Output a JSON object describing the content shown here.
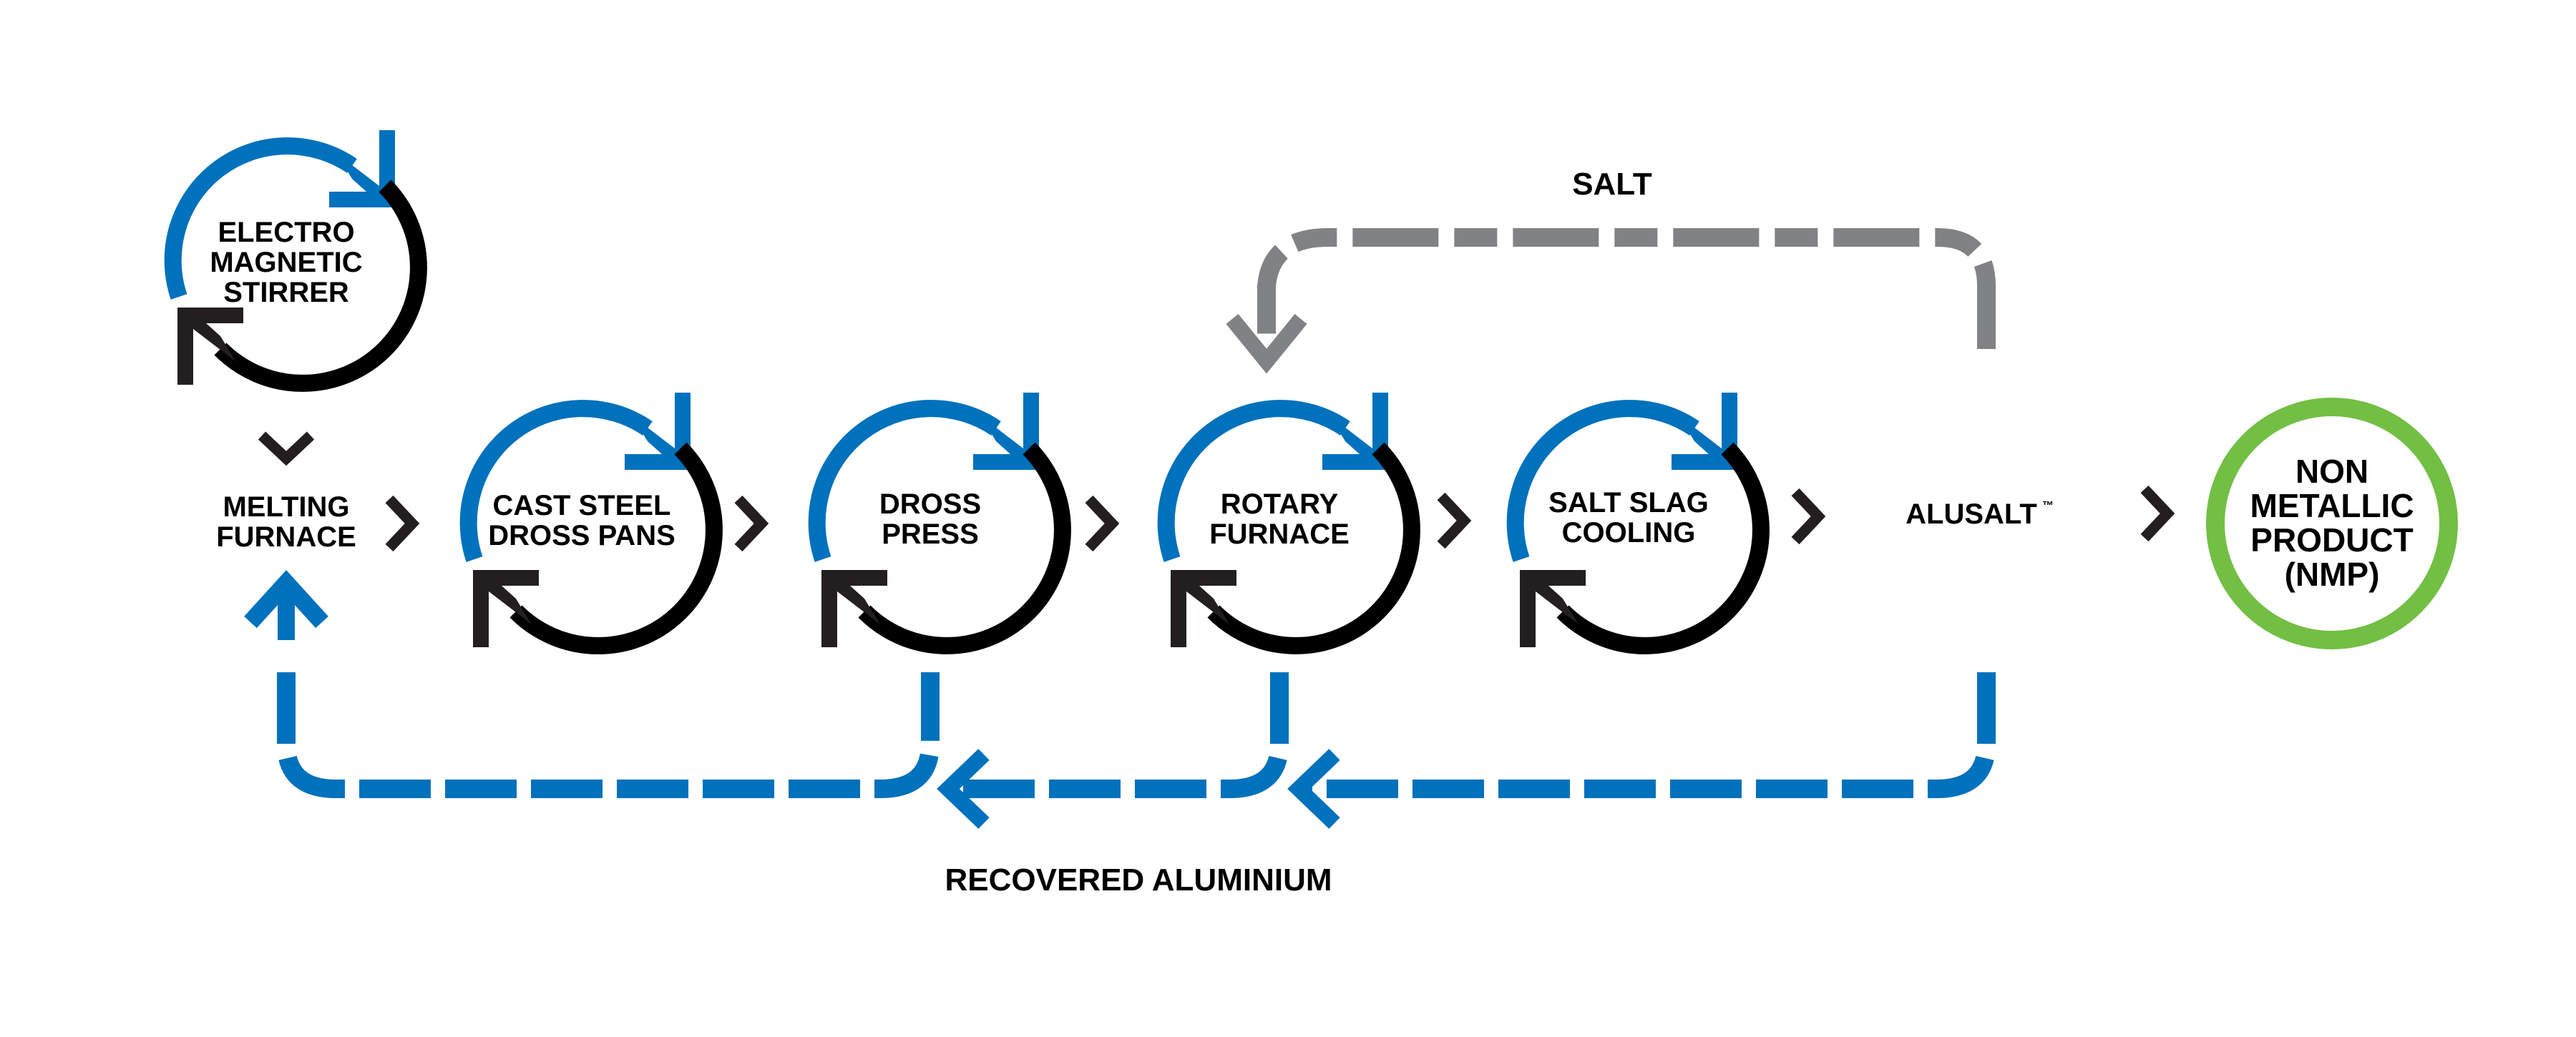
{
  "colors": {
    "blue": "#0071bc",
    "black": "#000000",
    "grey": "#808283",
    "green": "#72bf44",
    "chevron": "#231f20"
  },
  "nodes": {
    "ems": {
      "lines": [
        "ELECTRO",
        "MAGNETIC",
        "STIRRER"
      ],
      "icon": "cycle-arrows-icon"
    },
    "melting": {
      "lines": [
        "MELTING",
        "FURNACE"
      ]
    },
    "cast_steel": {
      "lines": [
        "CAST STEEL",
        "DROSS PANS"
      ],
      "icon": "cycle-arrows-icon"
    },
    "dross_press": {
      "lines": [
        "DROSS",
        "PRESS"
      ],
      "icon": "cycle-arrows-icon"
    },
    "rotary": {
      "lines": [
        "ROTARY",
        "FURNACE"
      ],
      "icon": "cycle-arrows-icon"
    },
    "salt_slag": {
      "lines": [
        "SALT SLAG",
        "COOLING"
      ],
      "icon": "cycle-arrows-icon"
    },
    "alusalt": {
      "label": "ALUSALT",
      "trademark": "™"
    },
    "nmp": {
      "lines": [
        "NON",
        "METALLIC",
        "PRODUCT",
        "(NMP)"
      ],
      "icon": "ring-icon"
    }
  },
  "flows": {
    "salt_label": "SALT",
    "recovered_label": "RECOVERED ALUMINIUM"
  }
}
